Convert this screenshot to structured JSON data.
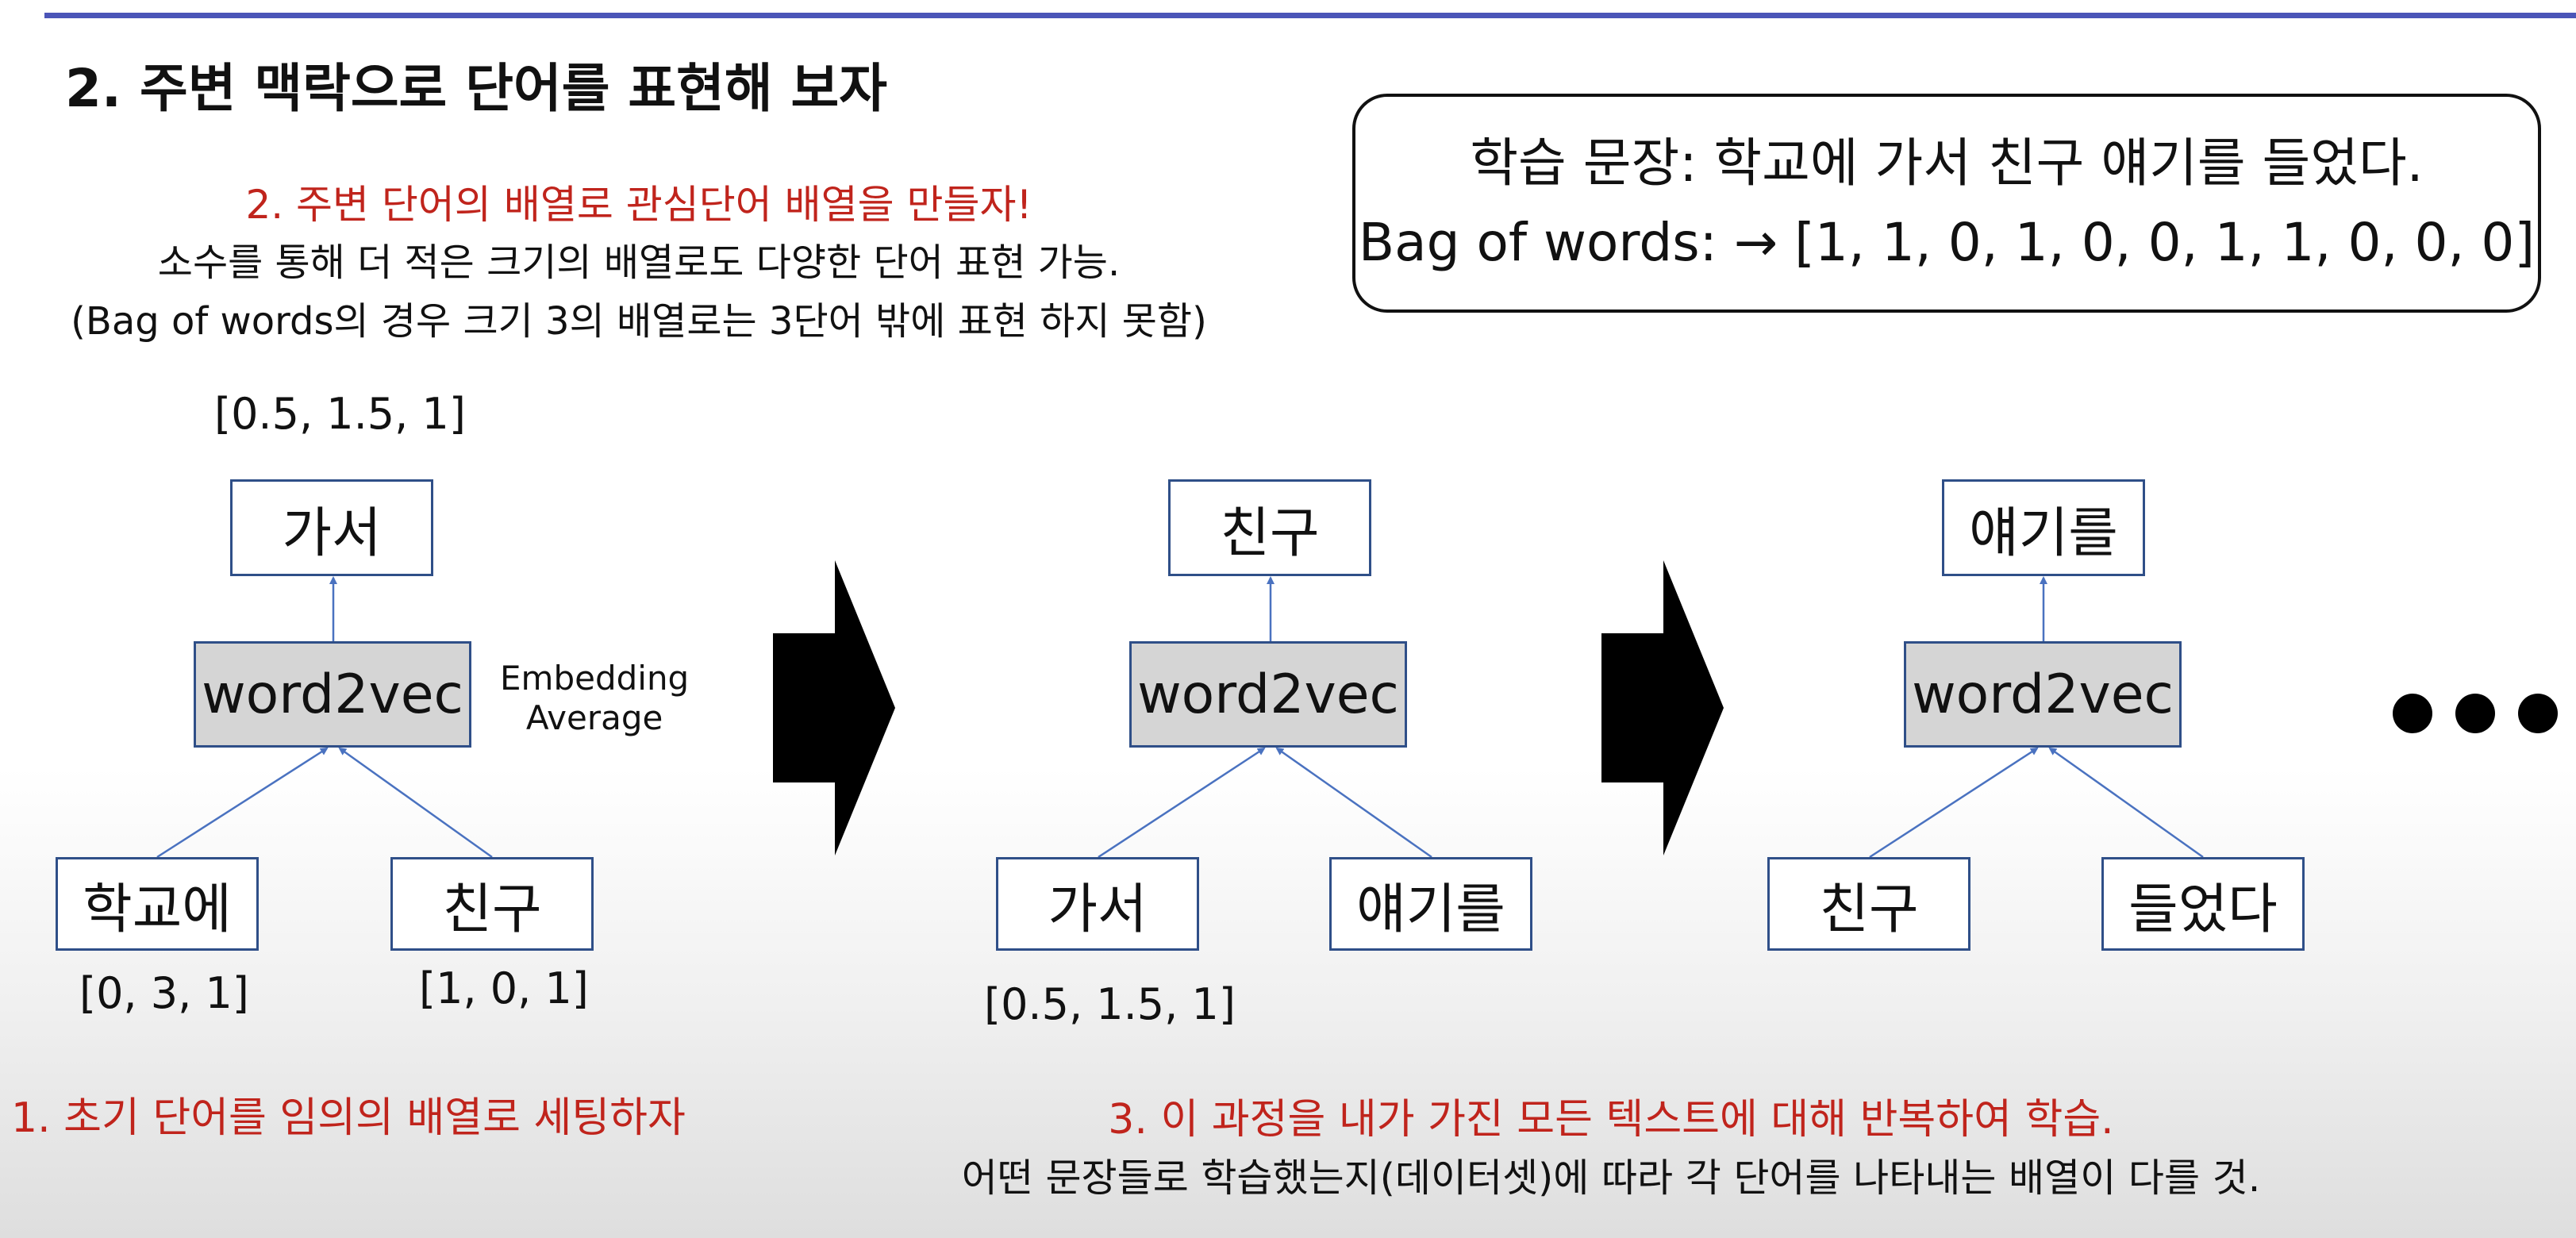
{
  "title": "2. 주변 맥락으로 단어를 표현해 보자",
  "sentence_box": {
    "line1": "학습 문장: 학교에 가서 친구 얘기를 들었다.",
    "line2": "Bag of words: → [1, 1, 0, 1, 0, 0, 1, 1, 0, 0, 0]"
  },
  "note2": {
    "heading": "2. 주변 단어의 배열로 관심단어 배열을 만들자!",
    "line1": "소수를 통해 더 적은 크기의 배열로도 다양한 단어 표현 가능.",
    "line2": "(Bag of words의 경우 크기 3의 배열로는 3단어 밖에 표현 하지 못함)"
  },
  "note1": "1. 초기 단어를 임의의 배열로 세팅하자",
  "note3": {
    "heading": "3. 이 과정을 내가 가진 모든 텍스트에 대해 반복하여 학습.",
    "line1": "어떤 문장들로 학습했는지(데이터셋)에 따라 각 단어를 나타내는 배열이 다를 것."
  },
  "embedding_label": {
    "line1": "Embedding",
    "line2": "Average"
  },
  "diagrams": [
    {
      "output": "가서",
      "model": "word2vec",
      "left_input": "학교에",
      "right_input": "친구",
      "output_vector": "[0.5, 1.5, 1]",
      "left_vector": "[0, 3, 1]",
      "right_vector": "[1, 0, 1]"
    },
    {
      "output": "친구",
      "model": "word2vec",
      "left_input": "가서",
      "right_input": "얘기를",
      "left_vector": "[0.5, 1.5, 1]"
    },
    {
      "output": "얘기를",
      "model": "word2vec",
      "left_input": "친구",
      "right_input": "들었다"
    }
  ]
}
